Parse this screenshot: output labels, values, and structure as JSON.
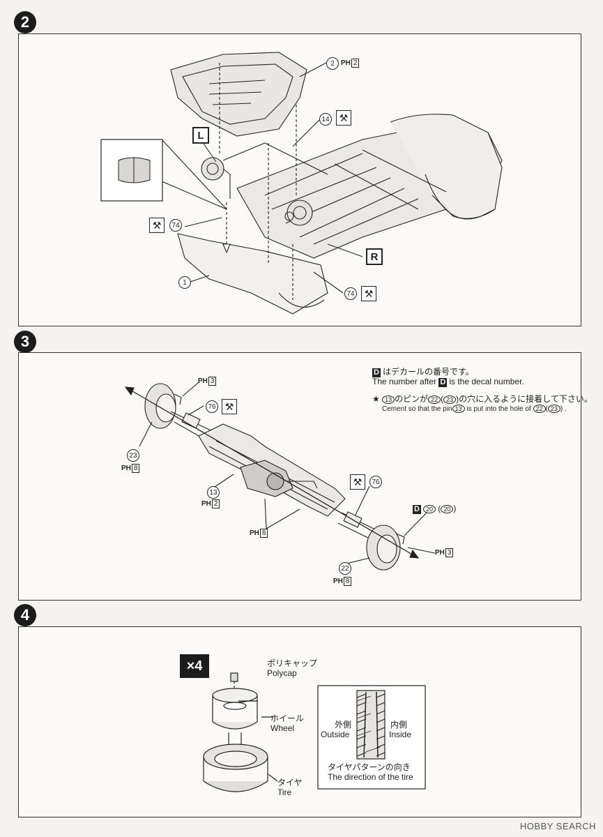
{
  "steps": [
    {
      "number": "2"
    },
    {
      "number": "3"
    },
    {
      "number": "4"
    }
  ],
  "step2": {
    "callout_2": "2",
    "ph_2_prefix": "PH",
    "ph_2_num": "2",
    "callout_14": "14",
    "box_L": "L",
    "box_R": "R",
    "callout_74_left": "74",
    "callout_74_right": "74",
    "callout_1": "1"
  },
  "step3": {
    "note_line1_text": "はデカールの番号です。",
    "note_line2_text": "The number after",
    "note_line2_suffix": "is the decal number.",
    "note_decal_letter": "D",
    "note_line3_star": "★",
    "note_line3_c13": "13",
    "note_line3_a": "のピンが",
    "note_line3_c22": "22",
    "note_line3_c23": "23",
    "note_line3_b": "の穴に入るように接着して下さい。",
    "note_line4_a": "Cement so that the pin",
    "note_line4_c13": "13",
    "note_line4_b": "is put into the hole of",
    "note_line4_c22": "22",
    "note_line4_c23": "23",
    "note_line4_end": ".",
    "ph3_top_num": "3",
    "callout_76_left": "76",
    "callout_23": "23",
    "ph8_left_num": "8",
    "callout_13": "13",
    "ph2_num": "2",
    "ph8_mid_num": "8",
    "callout_76_right": "76",
    "decal_letter": "D",
    "decal_20a": "20",
    "decal_20b": "20",
    "ph3_right_num": "3",
    "callout_22": "22",
    "ph8_bottom_num": "8",
    "ph_prefix": "PH"
  },
  "step4": {
    "multiplier": "×4",
    "polycap_jp": "ポリキャップ",
    "polycap_en": "Polycap",
    "wheel_jp": "ホイール",
    "wheel_en": "Wheel",
    "tire_jp": "タイヤ",
    "tire_en": "Tire",
    "outside_jp": "外側",
    "outside_en": "Outside",
    "inside_jp": "内側",
    "inside_en": "Inside",
    "direction_jp": "タイヤパターンの向き",
    "direction_en": "The direction of the tire"
  },
  "footer": {
    "watermark": "HOBBY SEARCH"
  }
}
